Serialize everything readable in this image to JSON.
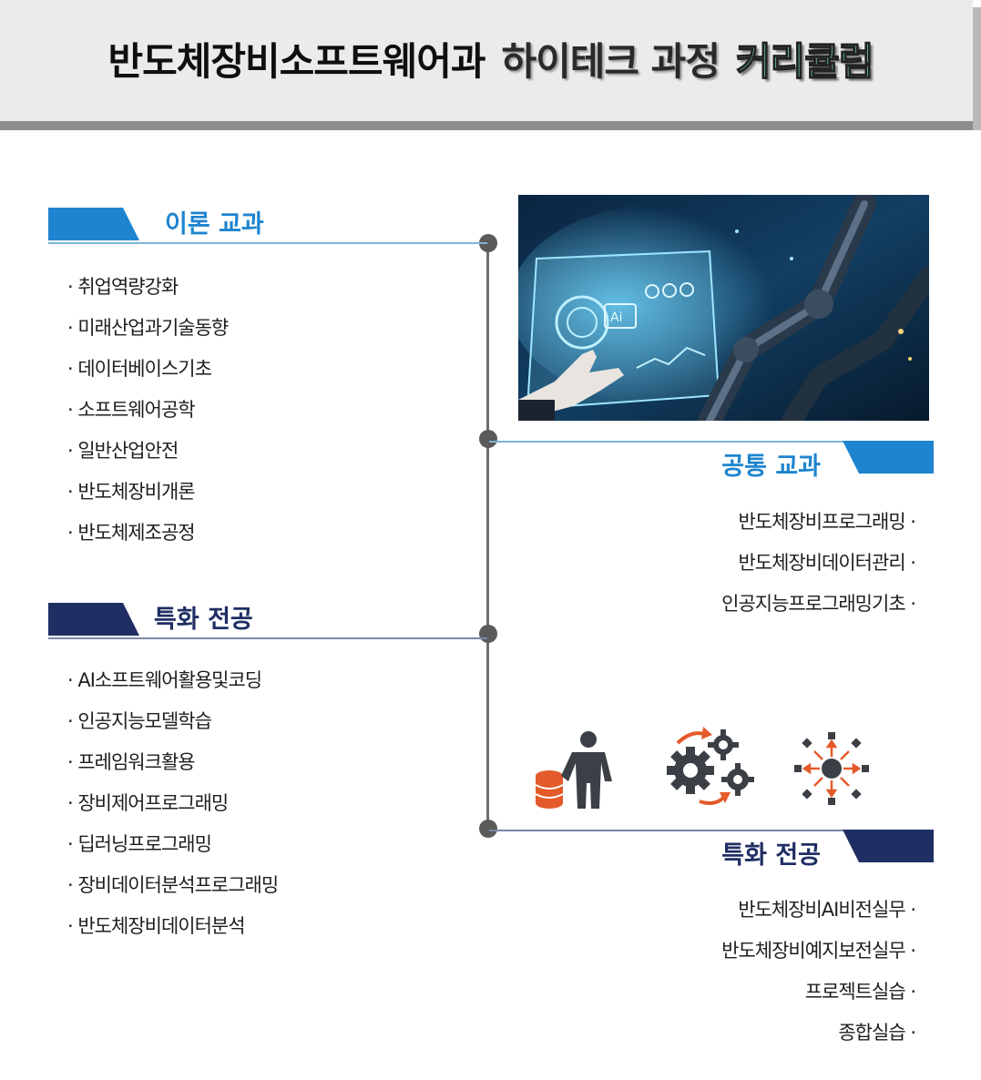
{
  "header": {
    "title_part1": "반도체장비소프트웨어과",
    "title_part2": "하이테크 과정",
    "title_part3": "커리큘럼"
  },
  "sections": {
    "theory": {
      "title": "이론 교과",
      "items": [
        "· 취업역량강화",
        "· 미래산업과기술동향",
        "· 데이터베이스기초",
        "· 소프트웨어공학",
        "· 일반산업안전",
        "· 반도체장비개론",
        "· 반도체제조공정"
      ]
    },
    "special_left": {
      "title": "특화 전공",
      "items": [
        "· AI소프트웨어활용및코딩",
        "· 인공지능모델학습",
        "· 프레임워크활용",
        "· 장비제어프로그래밍",
        "· 딥러닝프로그래밍",
        "· 장비데이터분석프로그래밍",
        "· 반도체장비데이터분석"
      ]
    },
    "common": {
      "title": "공통 교과",
      "items": [
        "반도체장비프로그래밍 ·",
        "반도체장비데이터관리 ·",
        "인공지능프로그래밍기초 ·"
      ]
    },
    "special_right": {
      "title": "특화 전공",
      "items": [
        "반도체장비AI비전실무 ·",
        "반도체장비예지보전실무 ·",
        "프로젝트실습 ·",
        "종합실습 ·"
      ]
    }
  },
  "colors": {
    "theory_accent": "#1e84cf",
    "special_accent": "#1f2e63",
    "title_teal": "#72cfc4",
    "icon_orange": "#e45a2a",
    "icon_dark": "#3b4046"
  },
  "icons": [
    "database-person-icon",
    "gears-icon",
    "network-hub-icon"
  ]
}
